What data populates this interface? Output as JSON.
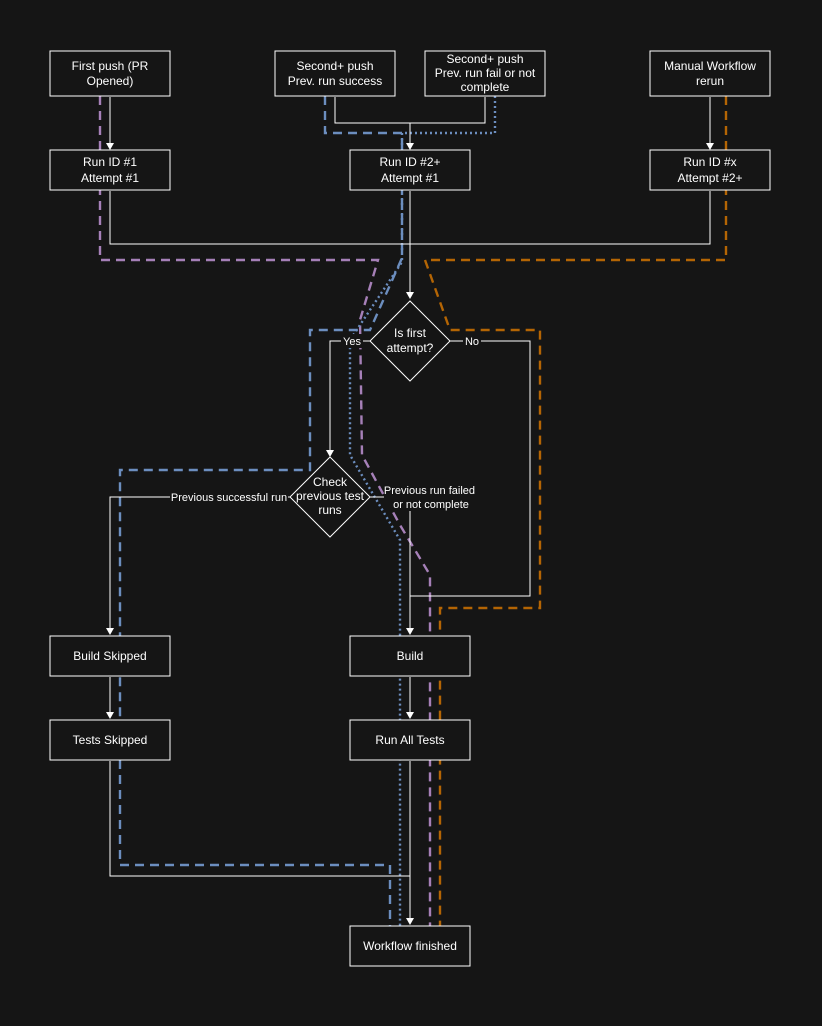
{
  "colors": {
    "background": "#151515",
    "foreground": "#ffffff",
    "path_first_push": "#a680b8",
    "path_second_push": "#6c8ebf",
    "path_rerun": "#b46504"
  },
  "nodes": {
    "first_push": [
      "First push (PR",
      "Opened)"
    ],
    "second_success": [
      "Second+ push",
      "Prev. run success"
    ],
    "second_fail": [
      "Second+ push",
      "Prev. run fail or not",
      "complete"
    ],
    "manual_rerun": [
      "Manual Workflow",
      "rerun"
    ],
    "run1": [
      "Run ID #1",
      "Attempt #1"
    ],
    "run2": [
      "Run ID #2+",
      "Attempt #1"
    ],
    "runx": [
      "Run ID #x",
      "Attempt #2+"
    ],
    "is_first": [
      "Is first",
      "attempt?"
    ],
    "check_prev": [
      "Check",
      "previous test",
      "runs"
    ],
    "build_skipped": [
      "Build Skipped"
    ],
    "build": [
      "Build"
    ],
    "tests_skipped": [
      "Tests Skipped"
    ],
    "run_all_tests": [
      "Run All Tests"
    ],
    "workflow_finished": [
      "Workflow finished"
    ]
  },
  "edge_labels": {
    "yes": "Yes",
    "no": "No",
    "prev_success": "Previous successful run",
    "prev_failed": [
      "Previous run failed",
      "or not complete"
    ]
  }
}
